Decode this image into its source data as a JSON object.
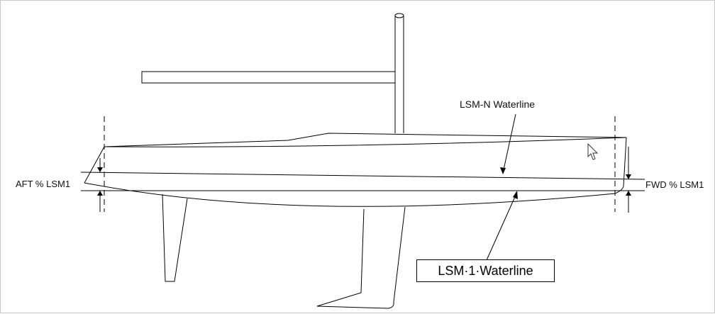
{
  "labels": {
    "lsm_n": "LSM-N Waterline",
    "lsm_1": "LSM·1·Waterline",
    "aft": "AFT % LSM1",
    "fwd": "FWD % LSM1"
  },
  "colors": {
    "line": "#000000",
    "cursor_fill": "#ffffff",
    "border": "#c8c8c8"
  },
  "icons": {
    "cursor": "mouse-pointer-icon"
  }
}
